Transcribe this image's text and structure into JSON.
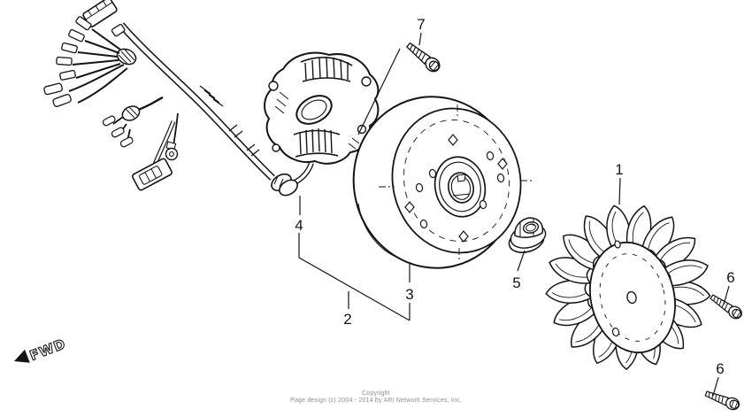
{
  "callouts": {
    "1": "1",
    "2": "2",
    "3": "3",
    "4": "4",
    "5": "5",
    "6": "6",
    "7": "7"
  },
  "fwd": {
    "label": "FWD"
  },
  "footer": {
    "line1": "Copyright",
    "line2": "Page design (c) 2004 - 2014 by ARI Network Services, Inc."
  },
  "colors": {
    "background": "#ffffff",
    "line": "#141414",
    "footer_text": "#8f8f8f"
  }
}
